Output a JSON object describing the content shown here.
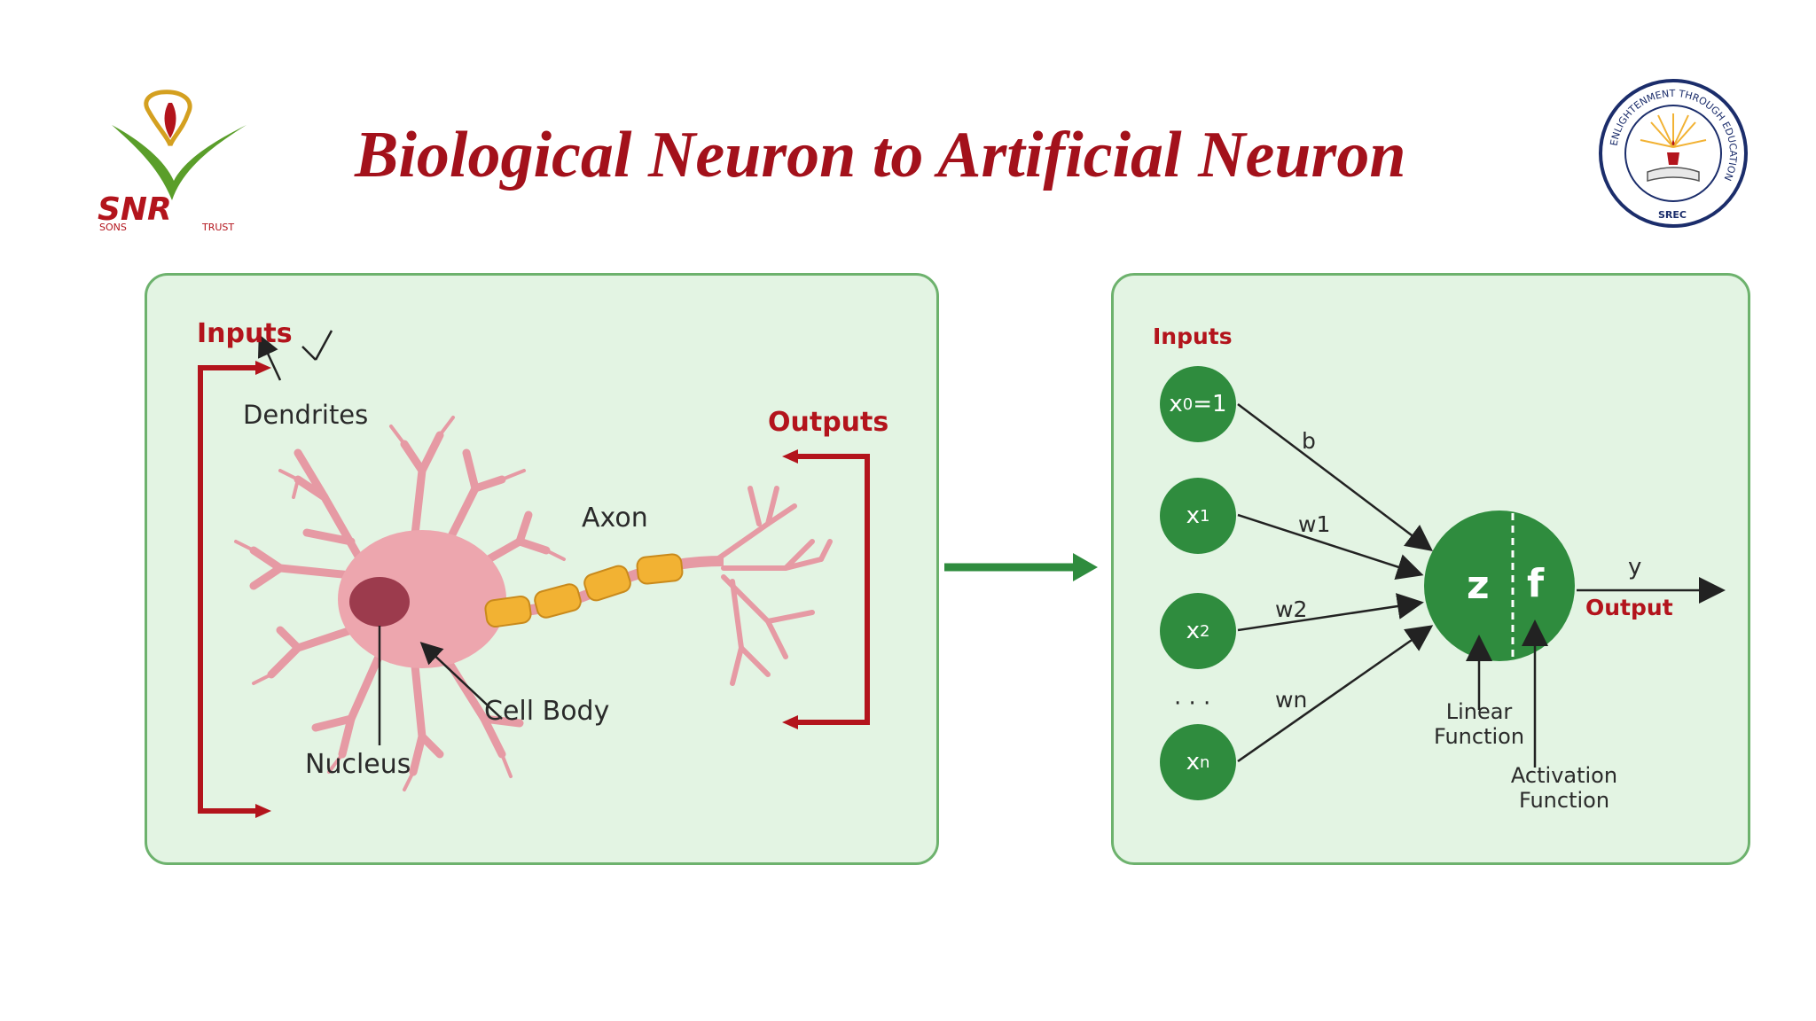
{
  "slide": {
    "title": "Biological Neuron to Artificial Neuron"
  },
  "logos": {
    "left": {
      "text_main": "SNR",
      "text_left": "SONS",
      "text_right": "TRUST"
    },
    "right": {
      "ring_text": "ENLIGHTENMENT THROUGH EDUCATION",
      "bottom_text": "SREC"
    }
  },
  "biological": {
    "inputs_label": "Inputs",
    "dendrites_label": "Dendrites",
    "axon_label": "Axon",
    "outputs_label": "Outputs",
    "cell_body_label": "Cell Body",
    "nucleus_label": "Nucleus"
  },
  "artificial": {
    "inputs_label": "Inputs",
    "nodes": [
      {
        "base": "x",
        "sub": "0",
        "suffix": "=1"
      },
      {
        "base": "x",
        "sub": "1",
        "suffix": ""
      },
      {
        "base": "x",
        "sub": "2",
        "suffix": ""
      },
      {
        "base": "x",
        "sub": "n",
        "suffix": ""
      }
    ],
    "ellipsis": "· · ·",
    "weights": [
      "b",
      "w1",
      "w2",
      "wn"
    ],
    "linear_symbol": "z",
    "activation_symbol": "f",
    "output_symbol": "y",
    "output_label": "Output",
    "linear_label_1": "Linear",
    "linear_label_2": "Function",
    "activation_label_1": "Activation",
    "activation_label_2": "Function"
  },
  "colors": {
    "title": "#a3111b",
    "panel_bg": "#e3f4e3",
    "panel_border": "#6db26d",
    "node": "#2f8c3e",
    "arrow_red": "#b3141c",
    "neuron_pink": "#e69aa4",
    "nucleus": "#9c3b4d",
    "myelin": "#f2b233"
  }
}
